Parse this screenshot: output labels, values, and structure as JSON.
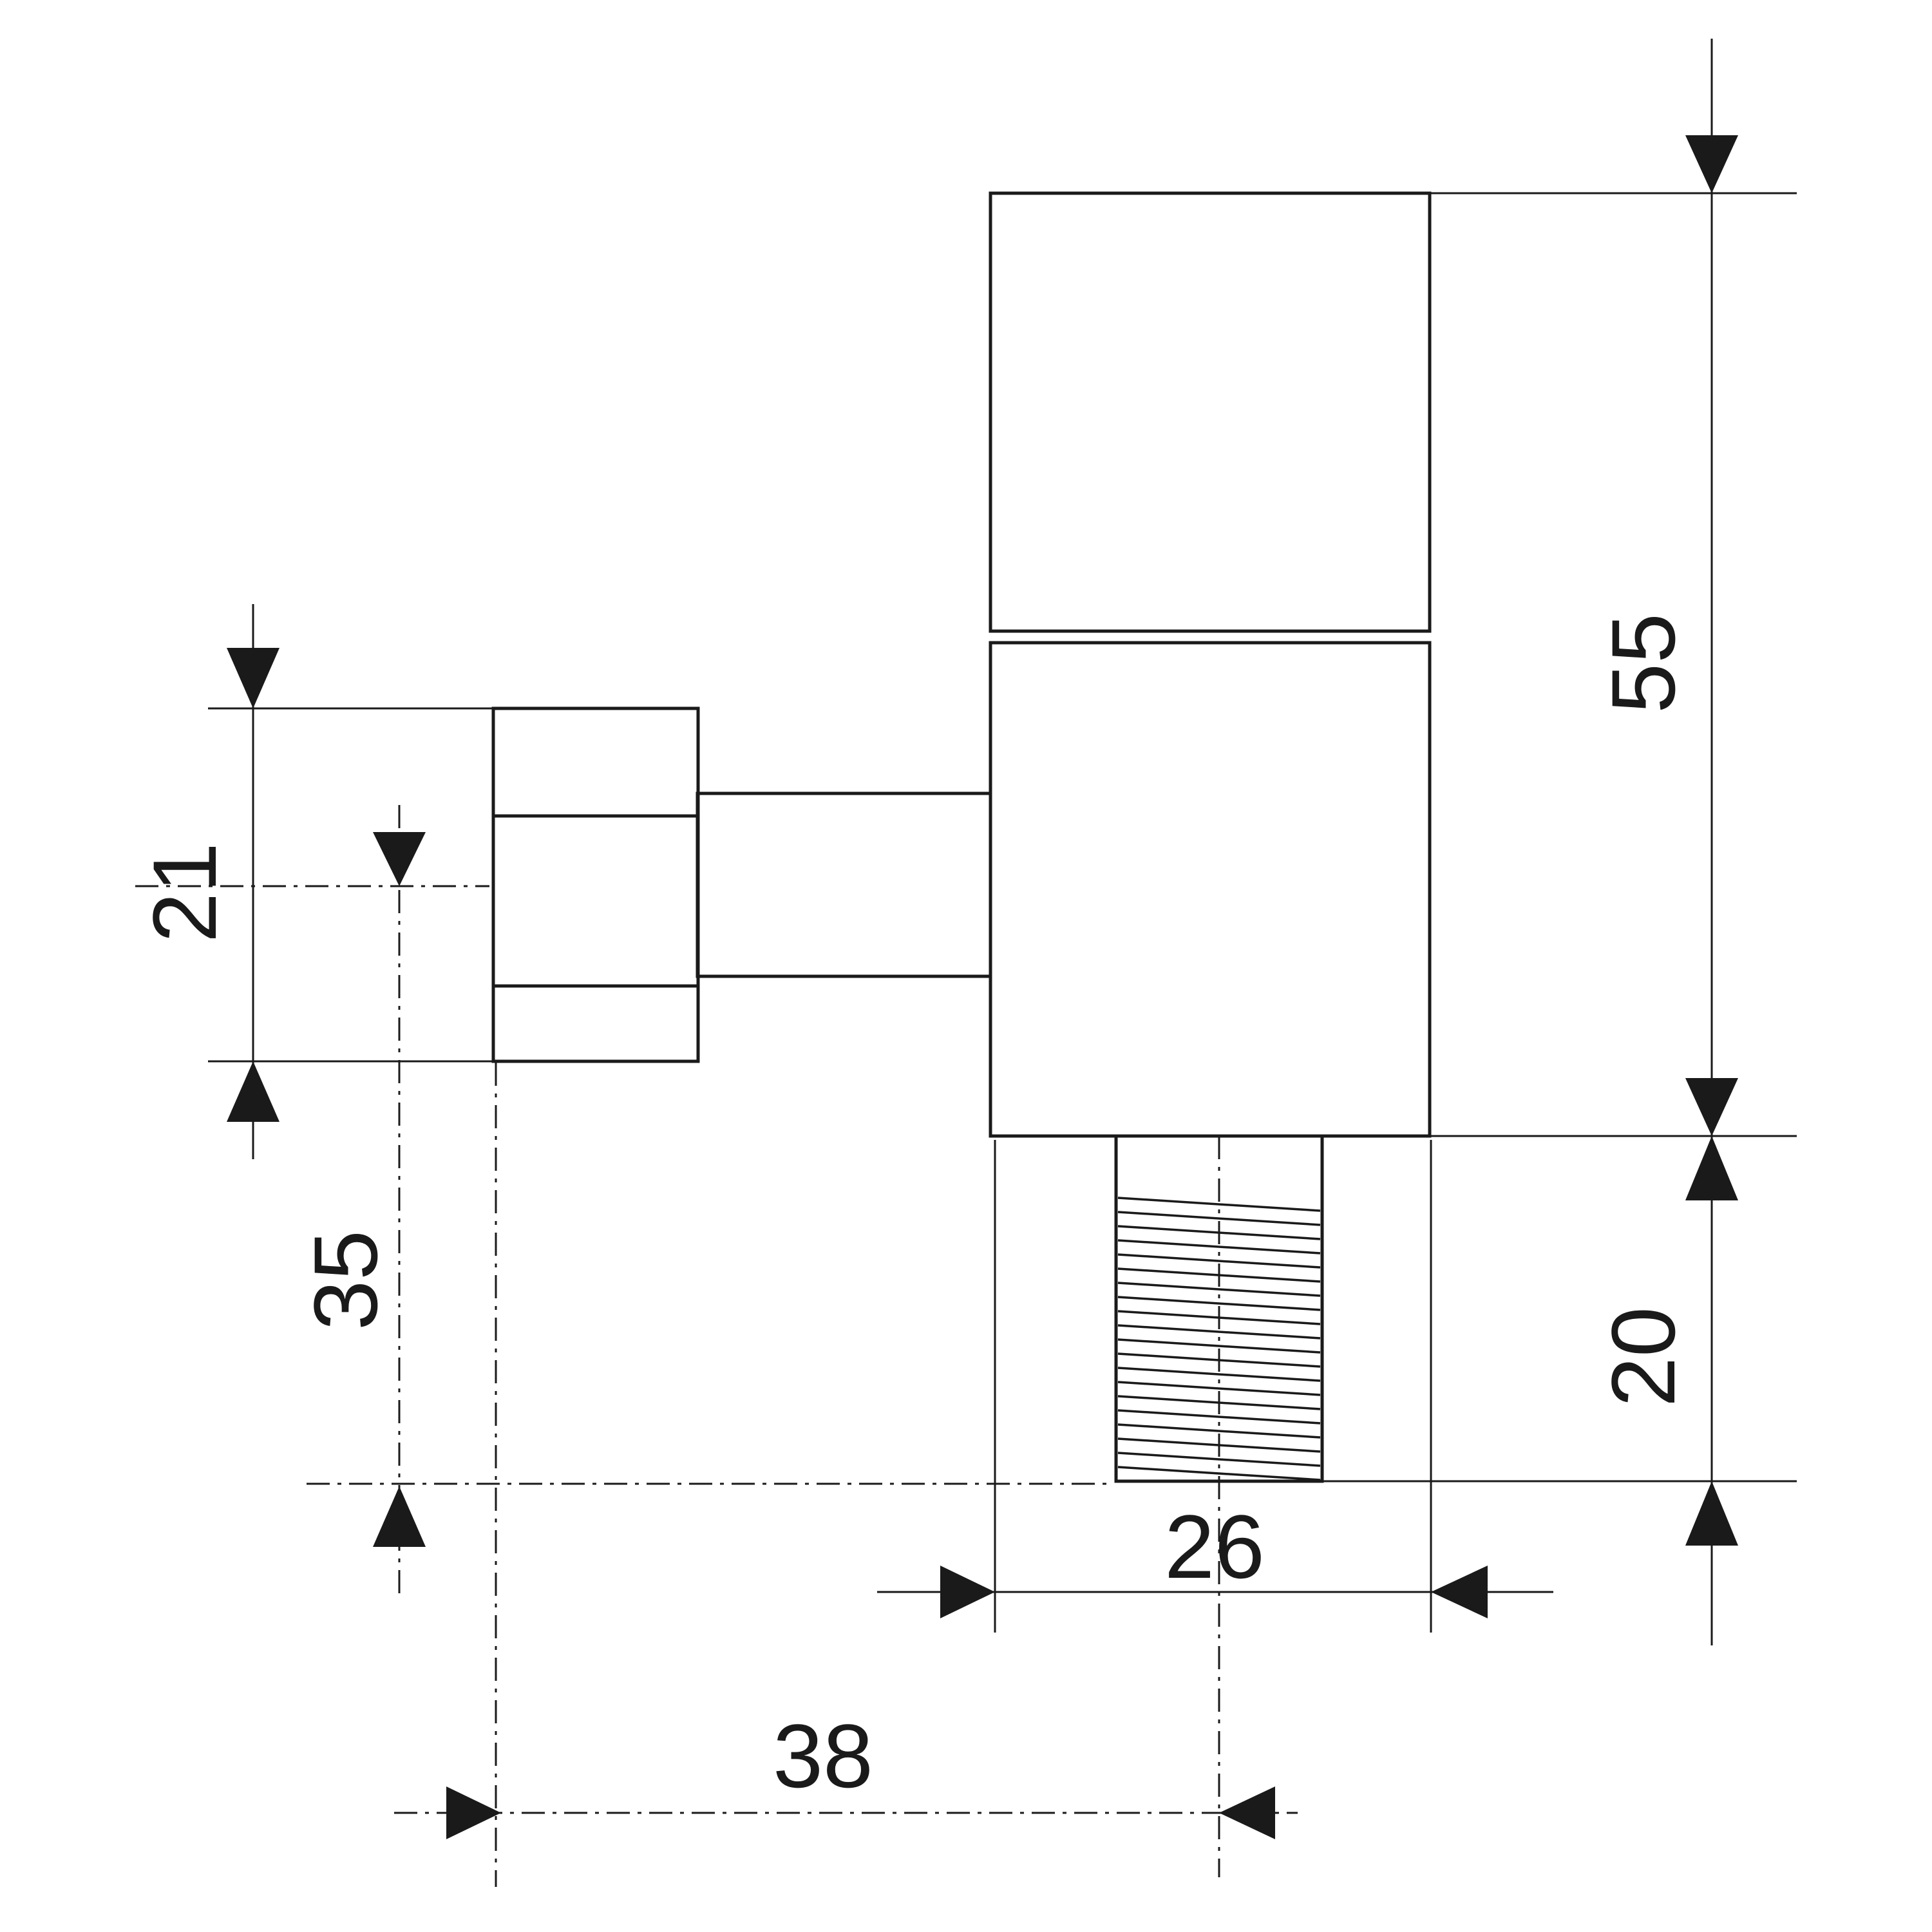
{
  "dimensions": {
    "overall_height": "55",
    "thread_length": "20",
    "body_width": "26",
    "outlet_offset": "38",
    "outlet_height": "35",
    "nut_height": "21"
  }
}
